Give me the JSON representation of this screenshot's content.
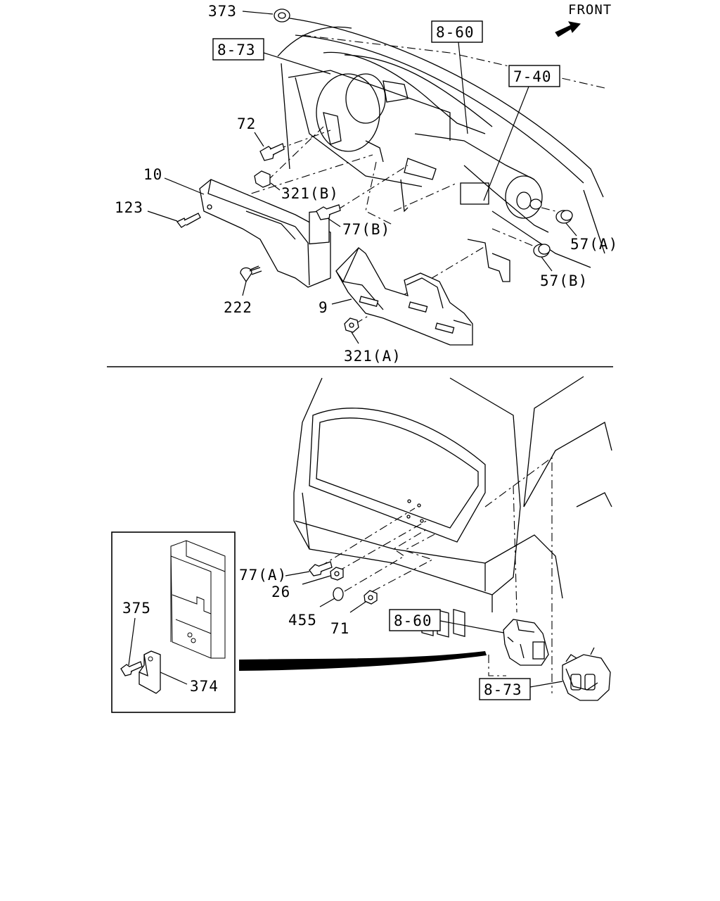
{
  "front_label": "FRONT",
  "icons": [
    "front-arrow-icon"
  ],
  "callouts": {
    "c373": "373",
    "c72": "72",
    "c10": "10",
    "c321b": "321(B)",
    "c123": "123",
    "c77b": "77(B)",
    "c57a": "57(A)",
    "c57b": "57(B)",
    "c222": "222",
    "c9": "9",
    "c321a": "321(A)",
    "c77a": "77(A)",
    "c26": "26",
    "c455": "455",
    "c71": "71",
    "c375": "375",
    "c374": "374"
  },
  "ref_boxes": {
    "r873_top": "8-73",
    "r860_top": "8-60",
    "r740": "7-40",
    "r860_bottom": "8-60",
    "r873_bottom": "8-73"
  }
}
